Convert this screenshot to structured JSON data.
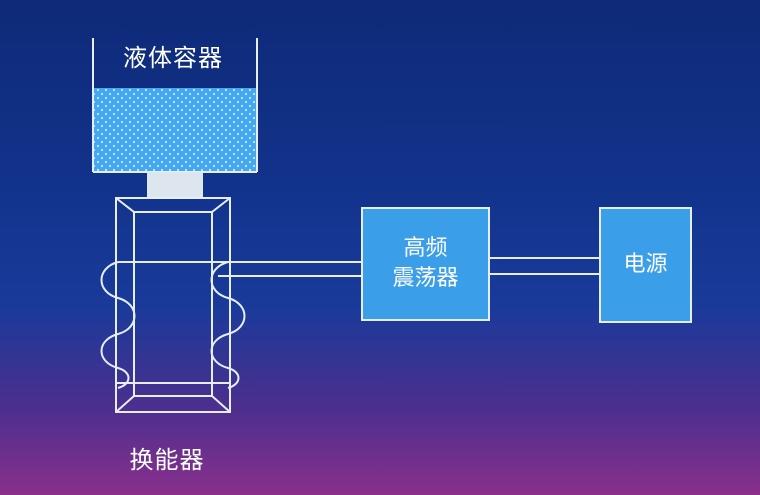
{
  "diagram": {
    "container_label": "液体容器",
    "transducer_label": "换能器",
    "oscillator_label_line1": "高频",
    "oscillator_label_line2": "震荡器",
    "power_label": "电源"
  },
  "colors": {
    "background_top": "#0e2a78",
    "background_bottom": "#8a2f8c",
    "liquid": "#45a8f2",
    "block_fill": "#3a9ee8",
    "line": "#e6eef8"
  }
}
